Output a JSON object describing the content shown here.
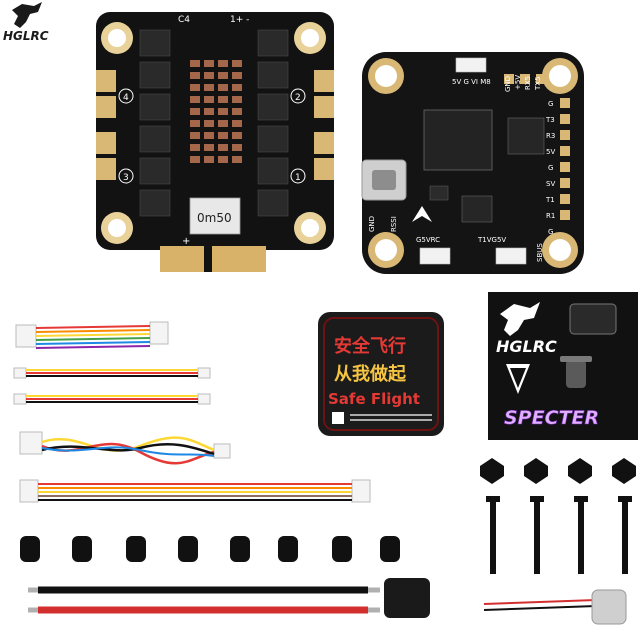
{
  "brand": {
    "logo_text": "HGLRC"
  },
  "esc_board": {
    "silk_top": "C4",
    "silk_plus_minus": "1+ -",
    "motor_labels": [
      "4",
      "2",
      "3",
      "1"
    ],
    "capacitor_text": "0m50",
    "pad_plus": "+"
  },
  "fc_board": {
    "header_labels": [
      "TX5",
      "RX5",
      "+5V",
      "GND"
    ],
    "row_label": "5V G VI M8",
    "right_labels": [
      "G",
      "T3",
      "R3",
      "5V",
      "G",
      "SV",
      "T1",
      "R1",
      "G"
    ],
    "left_labels": [
      "GND",
      "RSSI"
    ],
    "bottom_left": "G5VRC",
    "bottom_mid": "T1VG5V",
    "bottom_right": "SBUS"
  },
  "safe_sticker": {
    "line1": "安全飞行",
    "line2": "从我做起",
    "line3": "Safe Flight"
  },
  "brand_sticker": {
    "logo_text": "HGLRC",
    "product_text": "SPECTER"
  }
}
